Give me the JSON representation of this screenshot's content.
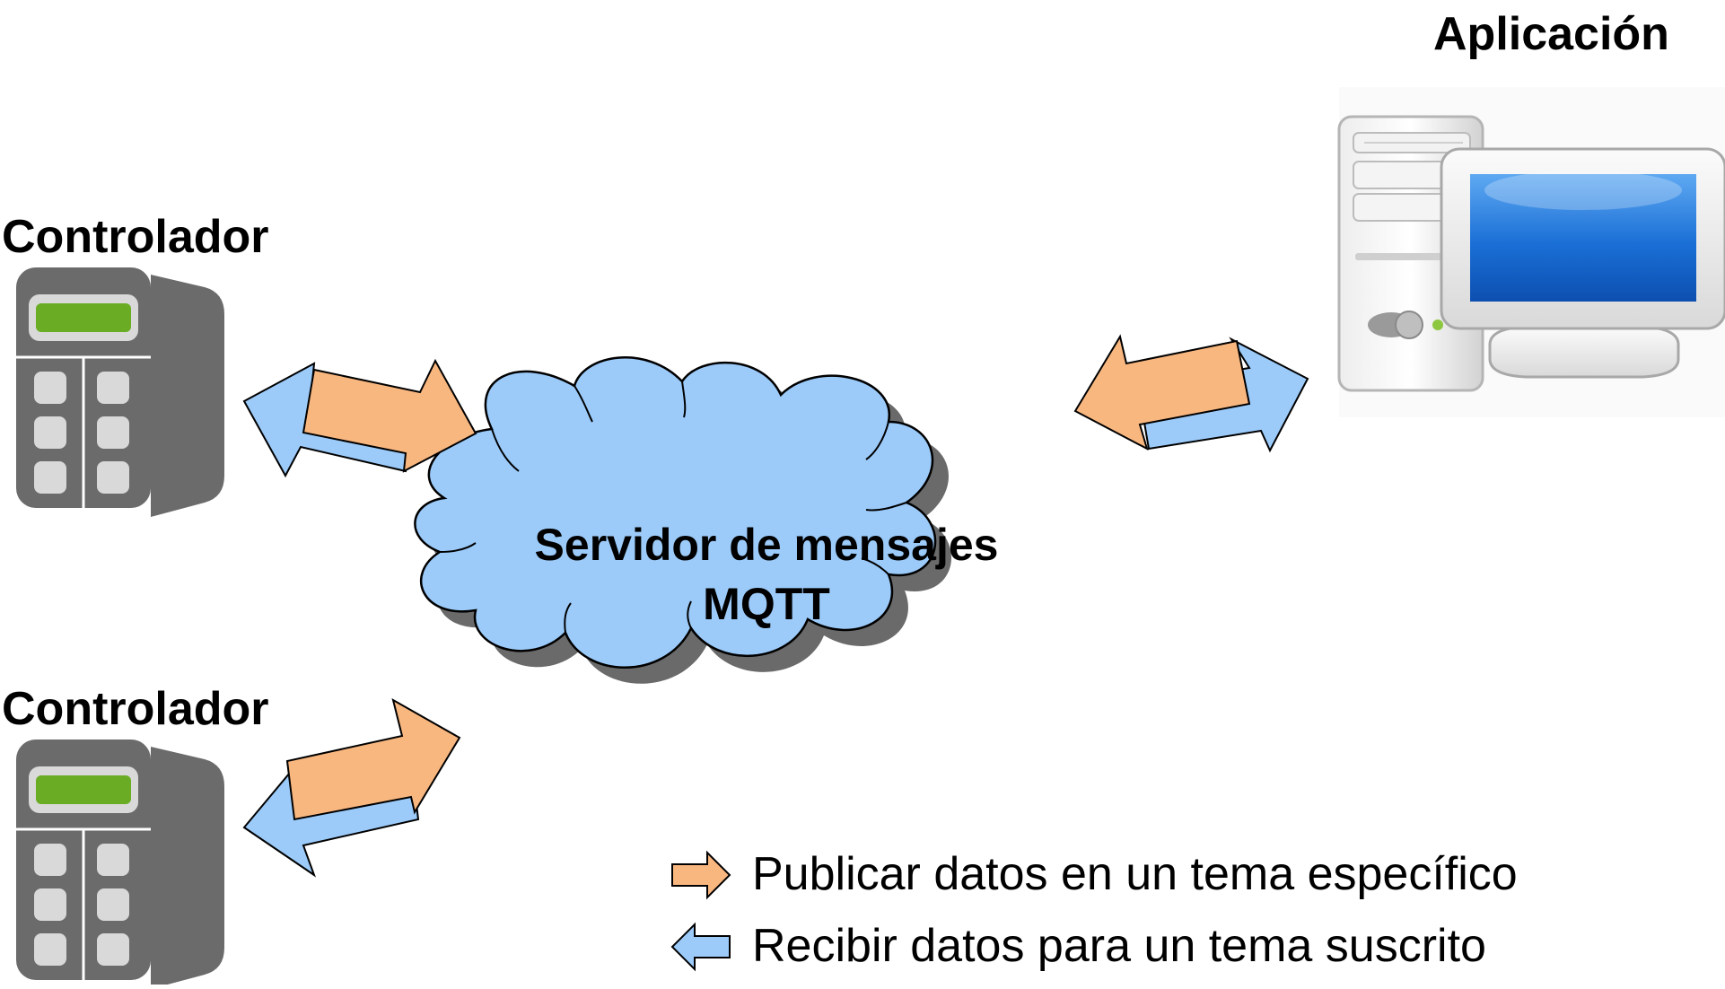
{
  "nodes": {
    "controller_top": {
      "label": "Controlador"
    },
    "controller_bottom": {
      "label": "Controlador"
    },
    "application": {
      "label": "Aplicación"
    }
  },
  "broker": {
    "line1": "Servidor de mensajes",
    "line2": "MQTT"
  },
  "legend": {
    "publish": "Publicar datos en un tema específico",
    "subscribe": "Recibir datos para un tema suscrito"
  },
  "colors": {
    "publish_arrow": "#f9b780",
    "subscribe_arrow": "#9ccbfa",
    "cloud_fill": "#9ccbfa",
    "device_body": "#6b6b6b",
    "device_display": "#6aac23",
    "device_key": "#d9d9d9",
    "screen_blue": "#1a6fd6"
  },
  "icons": {
    "controller": "controller-device-icon",
    "computer": "desktop-computer-icon",
    "cloud": "cloud-shape",
    "publish": "orange-arrow-icon",
    "subscribe": "blue-arrow-icon"
  }
}
